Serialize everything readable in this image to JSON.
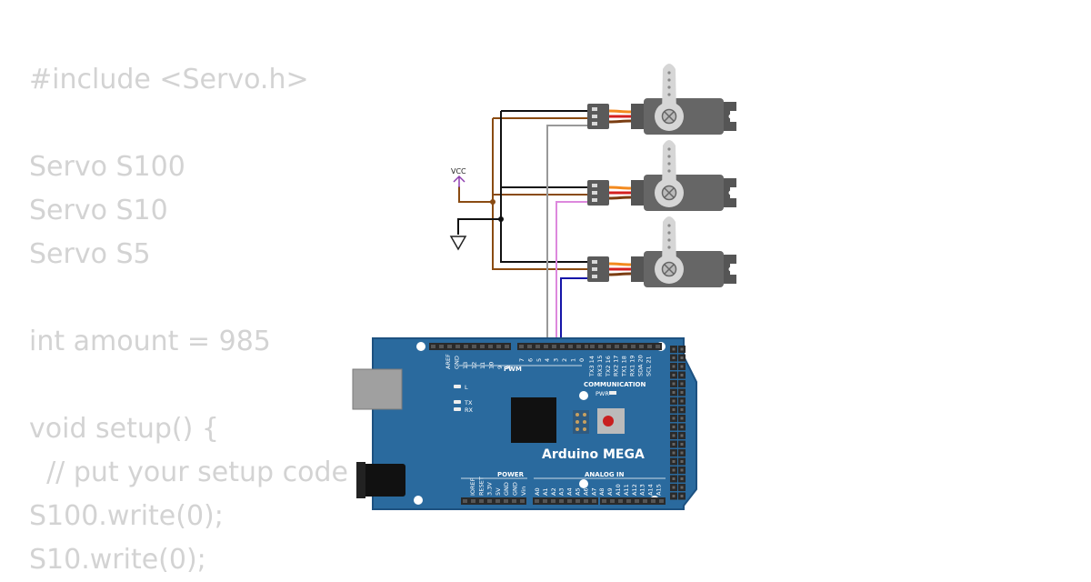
{
  "code_lines": [
    "#include <Servo.h>",
    "",
    "Servo S100",
    "Servo S10",
    "Servo S5",
    "",
    "int amount = 985",
    "",
    "void setup() {",
    "  // put your setup code",
    "S100.write(0);",
    "S10.write(0);"
  ],
  "diagram": {
    "vcc_label": "VCC",
    "board": {
      "name": "Arduino MEGA",
      "pwm_label": "PWM",
      "communication_label": "COMMUNICATION",
      "power_label": "POWER",
      "analog_label": "ANALOG IN",
      "pwr_led_label": "PWR",
      "l_led_label": "L",
      "tx_led_label": "TX",
      "rx_led_label": "RX",
      "top_pins_left": [
        "AREF",
        "GND",
        "13",
        "12",
        "11",
        "10",
        "9",
        "8"
      ],
      "top_pins_pwm": [
        "7",
        "6",
        "5",
        "4",
        "3",
        "2",
        "1",
        "0"
      ],
      "top_pins_comm": [
        "TX3 14",
        "RX3 15",
        "TX2 16",
        "RX2 17",
        "TX1 18",
        "RX1 19",
        "SDA 20",
        "SCL 21"
      ],
      "bottom_pins_power": [
        "IOREF",
        "RESET",
        "3.3V",
        "5V",
        "GND",
        "GND",
        "Vin"
      ],
      "bottom_pins_analog": [
        "A0",
        "A1",
        "A2",
        "A3",
        "A4",
        "A5",
        "A6",
        "A7",
        "A8",
        "A9",
        "A10",
        "A11",
        "A12",
        "A13",
        "A14",
        "A15"
      ]
    },
    "colors": {
      "board": "#2a6a9e",
      "board_edge": "#1d5180",
      "vcc_wire": "#8a4b12",
      "gnd_wire": "#111111",
      "signal_s1": "#999999",
      "signal_s2": "#dd88dd",
      "signal_s3": "#1515a8",
      "servo_body": "#666666",
      "servo_horn": "#d6d6d6",
      "servo_wire_orange": "#f38a1f",
      "servo_wire_red": "#d42020",
      "servo_wire_brown": "#7a3d12"
    }
  }
}
